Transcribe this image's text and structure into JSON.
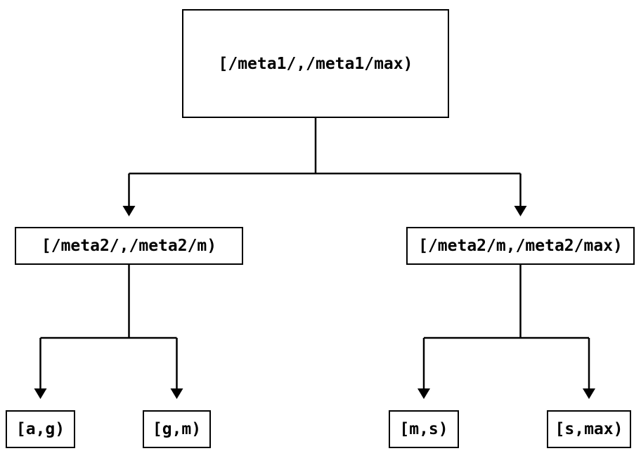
{
  "diagram": {
    "background_color": "#ffffff",
    "node_fill_color": "#ffffff",
    "line_color": "#000000",
    "text_color": "#000000",
    "nodes": {
      "root": {
        "label": "[/meta1/,/meta1/max)"
      },
      "meta2_left": {
        "label": "[/meta2/,/meta2/m)"
      },
      "meta2_right": {
        "label": "[/meta2/m,/meta2/max)"
      },
      "leaf_a_g": {
        "label": "[a,g)"
      },
      "leaf_g_m": {
        "label": "[g,m)"
      },
      "leaf_m_s": {
        "label": "[m,s)"
      },
      "leaf_s_max": {
        "label": "[s,max)"
      }
    },
    "edges": [
      {
        "from": "root",
        "to": "meta2_left"
      },
      {
        "from": "root",
        "to": "meta2_right"
      },
      {
        "from": "meta2_left",
        "to": "leaf_a_g"
      },
      {
        "from": "meta2_left",
        "to": "leaf_g_m"
      },
      {
        "from": "meta2_right",
        "to": "leaf_m_s"
      },
      {
        "from": "meta2_right",
        "to": "leaf_s_max"
      }
    ]
  }
}
